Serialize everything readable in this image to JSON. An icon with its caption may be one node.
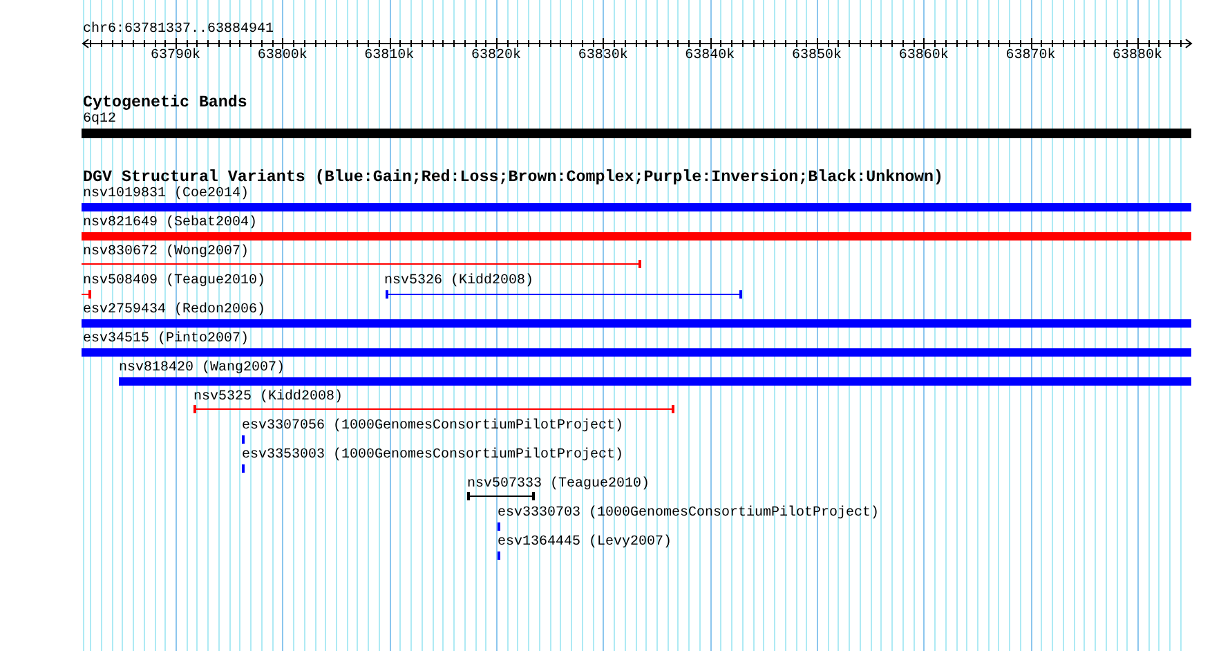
{
  "diagram": {
    "nodes": [
      {
        "text": [
          "6q12"
        ]
      },
      {
        "text": [
          "nsv1019831 (Coe2014)"
        ]
      },
      {
        "text": [
          "nsv821649 (Sebat2004)"
        ]
      },
      {
        "text": [
          "nsv830672 (Wong2007)"
        ]
      },
      {
        "text": [
          "nsv508409 (Teague2010)"
        ]
      },
      {
        "text": [
          "nsv5326 (Kidd2008)"
        ]
      },
      {
        "text": [
          "esv2759434 (Redon2006)"
        ]
      },
      {
        "text": [
          "esv34515 (Pinto2007)"
        ]
      },
      {
        "text": [
          "nsv818420 (Wang2007)"
        ]
      },
      {
        "text": [
          "nsv5325 (Kidd2008)"
        ]
      },
      {
        "text": [
          "esv3307056 (1000GenomesConsortiumPilotProject)"
        ]
      },
      {
        "text": [
          "esv3353003 (1000GenomesConsortiumPilotProject)"
        ]
      },
      {
        "text": [
          "nsv507333 (Teague2010)"
        ]
      },
      {
        "text": [
          "esv3330703 (1000GenomesConsortiumPilotProject)"
        ]
      },
      {
        "text": [
          "esv1364445 (Levy2007)"
        ]
      }
    ],
    "labels": [
      "chr6:63781337..63884941",
      "63790k",
      "63800k",
      "63810k",
      "63820k",
      "63830k",
      "63840k",
      "63850k",
      "63860k",
      "63870k",
      "63880k",
      "Cytogenetic Bands",
      "DGV Structural Variants (Blue:Gain;Red:Loss;Brown:Complex;Purple:Inversion;Black:Unknown)"
    ]
  }
}
